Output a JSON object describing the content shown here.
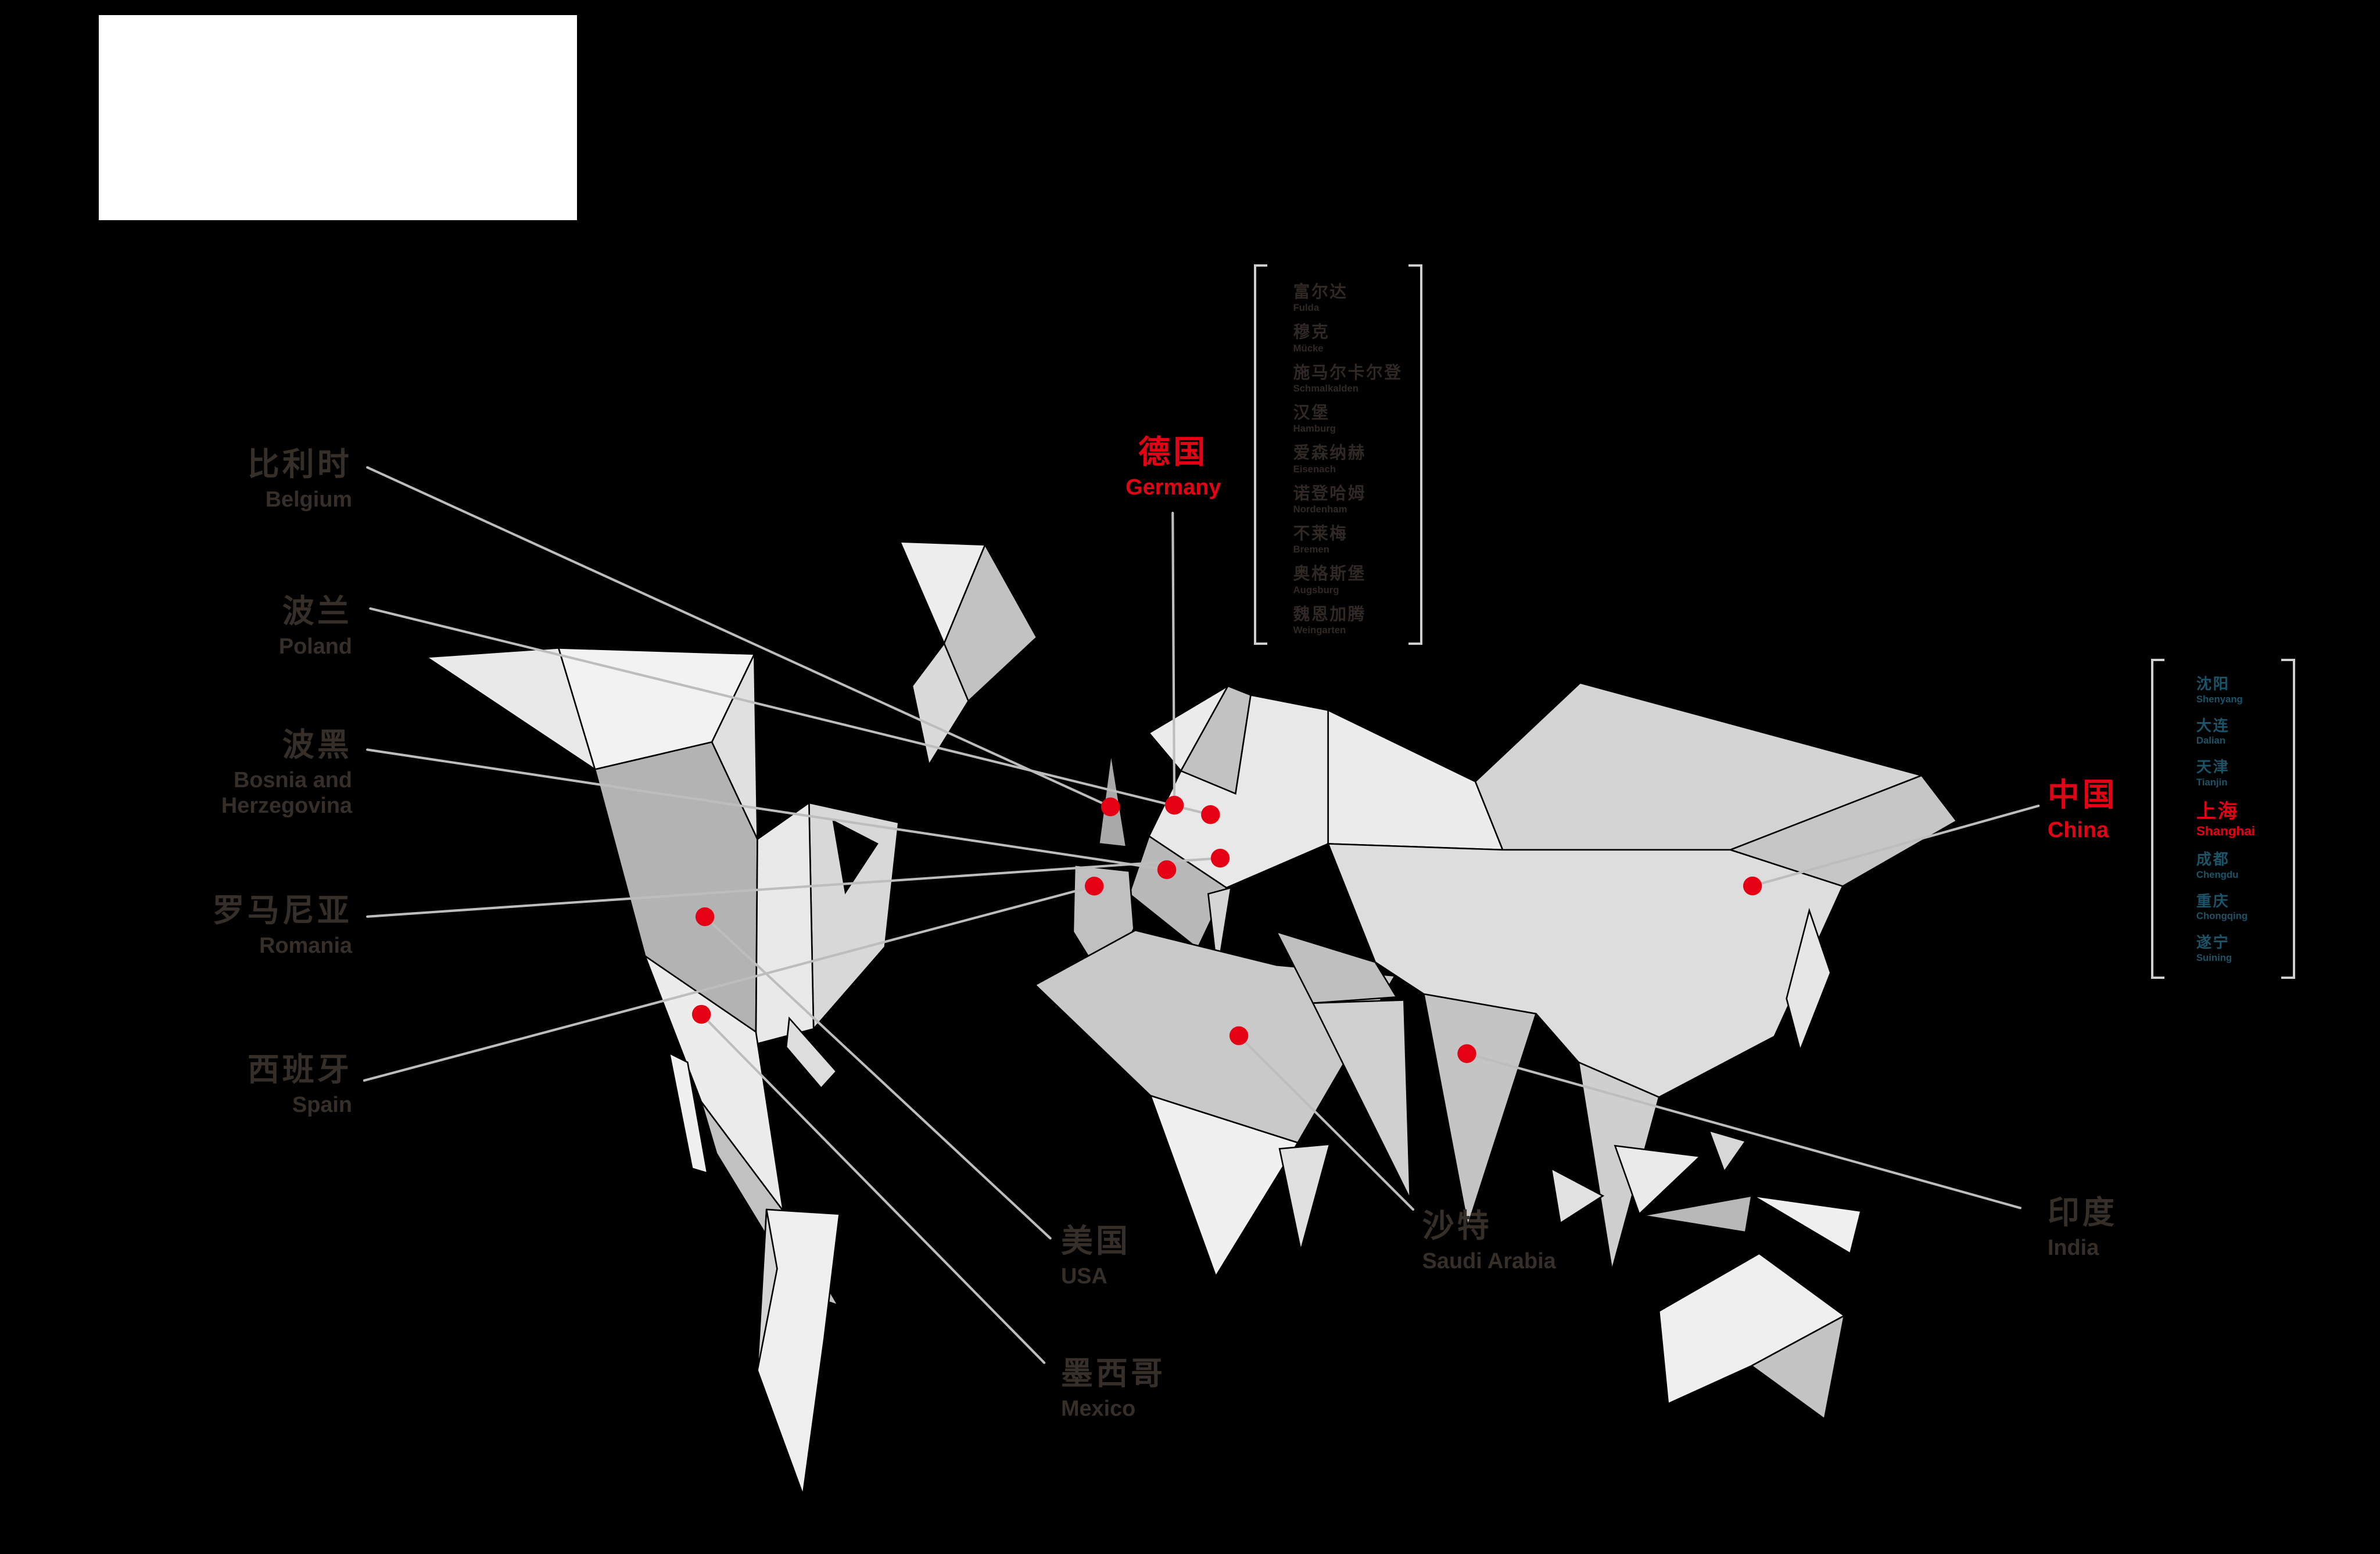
{
  "countries": [
    {
      "id": "belgium",
      "zh": "比利时",
      "en": "Belgium"
    },
    {
      "id": "poland",
      "zh": "波兰",
      "en": "Poland"
    },
    {
      "id": "bosnia",
      "zh": "波黑",
      "en_line1": "Bosnia and",
      "en_line2": "Herzegovina"
    },
    {
      "id": "romania",
      "zh": "罗马尼亚",
      "en": "Romania"
    },
    {
      "id": "spain",
      "zh": "西班牙",
      "en": "Spain"
    },
    {
      "id": "germany",
      "zh": "德国",
      "en": "Germany"
    },
    {
      "id": "usa",
      "zh": "美国",
      "en": "USA"
    },
    {
      "id": "mexico",
      "zh": "墨西哥",
      "en": "Mexico"
    },
    {
      "id": "saudi",
      "zh": "沙特",
      "en": "Saudi Arabia"
    },
    {
      "id": "india",
      "zh": "印度",
      "en": "India"
    },
    {
      "id": "china",
      "zh": "中国",
      "en": "China"
    }
  ],
  "germany_cities": {
    "items": [
      {
        "zh": "富尔达",
        "en": "Fulda"
      },
      {
        "zh": "穆克",
        "en": "Mücke"
      },
      {
        "zh": "施马尔卡尔登",
        "en": "Schmalkalden"
      },
      {
        "zh": "汉堡",
        "en": "Hamburg"
      },
      {
        "zh": "爱森纳赫",
        "en": "Eisenach"
      },
      {
        "zh": "诺登哈姆",
        "en": "Nordenham"
      },
      {
        "zh": "不莱梅",
        "en": "Bremen"
      },
      {
        "zh": "奥格斯堡",
        "en": "Augsburg"
      },
      {
        "zh": "魏恩加腾",
        "en": "Weingarten"
      }
    ]
  },
  "china_cities": {
    "items": [
      {
        "zh": "沈阳",
        "en": "Shenyang"
      },
      {
        "zh": "大连",
        "en": "Dalian"
      },
      {
        "zh": "天津",
        "en": "Tianjin"
      },
      {
        "zh": "上海",
        "en": "Shanghai",
        "highlight": true
      },
      {
        "zh": "成都",
        "en": "Chengdu"
      },
      {
        "zh": "重庆",
        "en": "Chongqing"
      },
      {
        "zh": "遂宁",
        "en": "Suining"
      }
    ]
  },
  "colors": {
    "background": "#000000",
    "accent_red": "#e60013",
    "city_list_teal": "#1b5468",
    "label_dark": "#362e29",
    "connector_gray": "#bdbdbd",
    "bracket_gray": "#cfcfcf"
  }
}
